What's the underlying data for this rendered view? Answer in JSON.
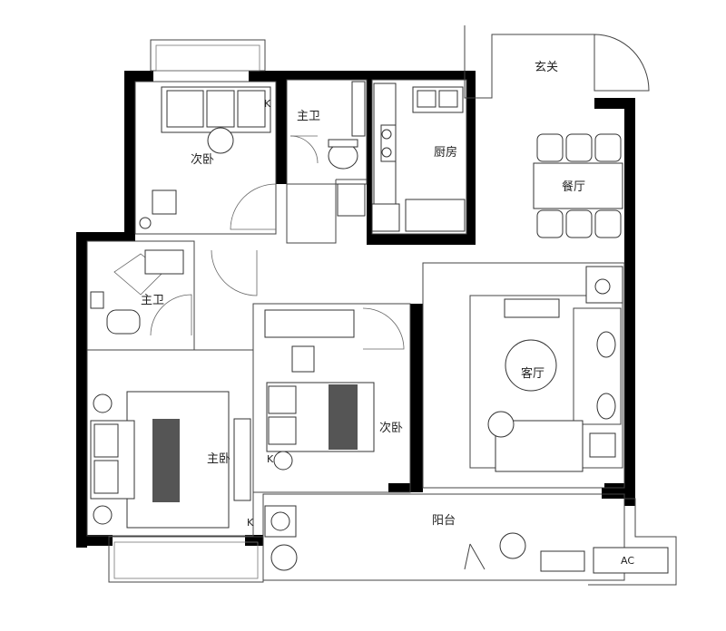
{
  "rooms": {
    "foyer": "玄关",
    "dining": "餐厅",
    "kitchen": "厨房",
    "master_bath": "主卫",
    "second_bedroom_top": "次卧",
    "common_bath": "主卫",
    "second_bedroom_middle": "次卧",
    "living_room": "客厅",
    "master_bedroom": "主卧",
    "balcony": "阳台"
  },
  "marks": {
    "k_master_bath": "K",
    "k_second_bedroom": "K",
    "k_master_bedroom": "K",
    "ac_unit": "AC"
  }
}
